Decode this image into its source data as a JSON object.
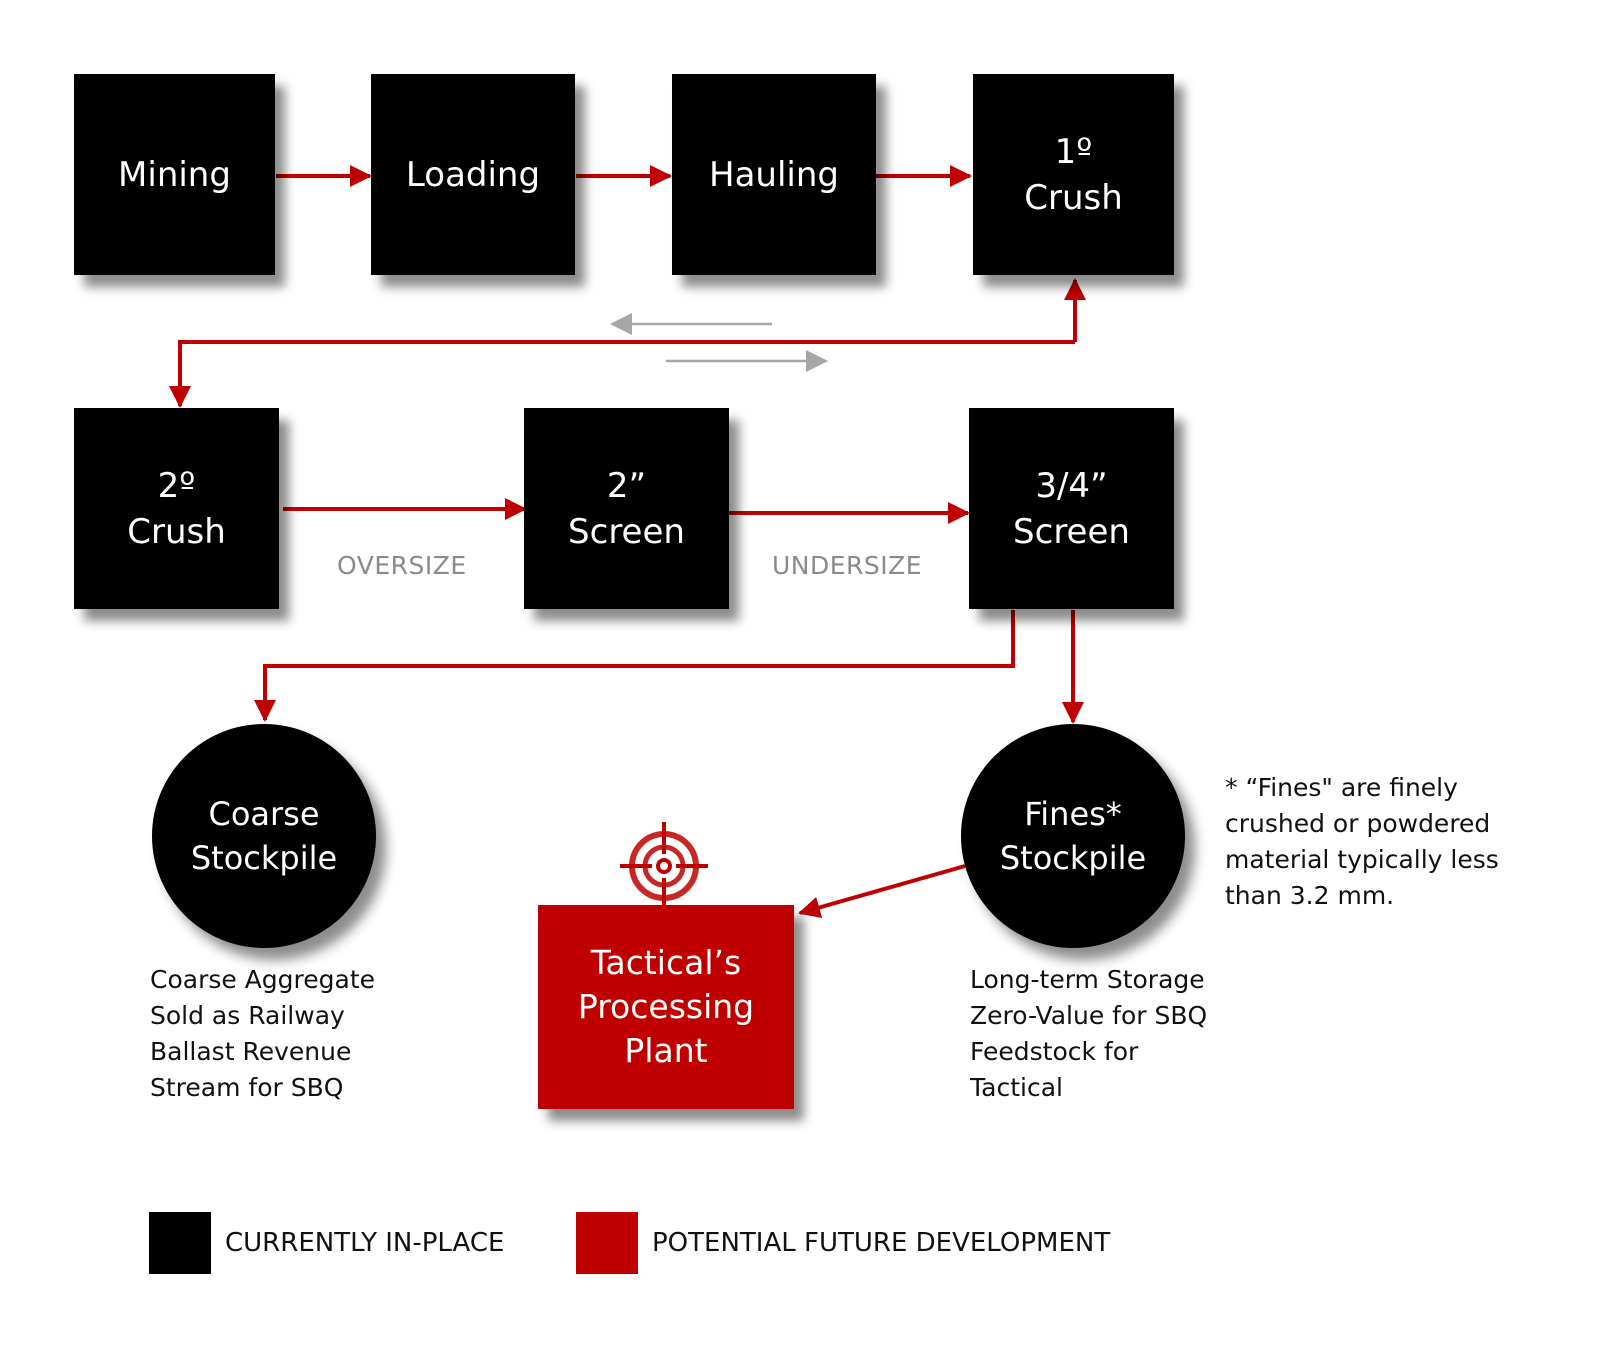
{
  "colors": {
    "box": "#000000",
    "accent": "#c00000",
    "arrow": "#c00000",
    "grey_arrow": "#a6a6a6",
    "text_on_box": "#ffffff"
  },
  "nodes": {
    "mining": "Mining",
    "loading": "Loading",
    "hauling": "Hauling",
    "primary_crush": "1º\nCrush",
    "secondary_crush": "2º\nCrush",
    "screen_2in": "2”\nScreen",
    "screen_34in": "3/4”\nScreen",
    "coarse_stockpile": "Coarse\nStockpile",
    "fines_stockpile": "Fines*\nStockpile",
    "processing_plant": "Tactical’s\nProcessing\nPlant"
  },
  "flow_labels": {
    "oversize": "OVERSIZE",
    "undersize": "UNDERSIZE"
  },
  "notes": {
    "coarse": "Coarse Aggregate\nSold as Railway\nBallast Revenue\nStream for SBQ",
    "fines": "Long-term Storage\nZero-Value for SBQ\nFeedstock for\nTactical",
    "fines_footnote": "* “Fines\" are finely\ncrushed or powdered\nmaterial typically less\nthan  3.2 mm."
  },
  "icons": {
    "target": "crosshair-target-icon"
  },
  "legend": [
    {
      "label": "CURRENTLY IN-PLACE",
      "color": "#000000"
    },
    {
      "label": "POTENTIAL FUTURE DEVELOPMENT",
      "color": "#c00000"
    }
  ]
}
